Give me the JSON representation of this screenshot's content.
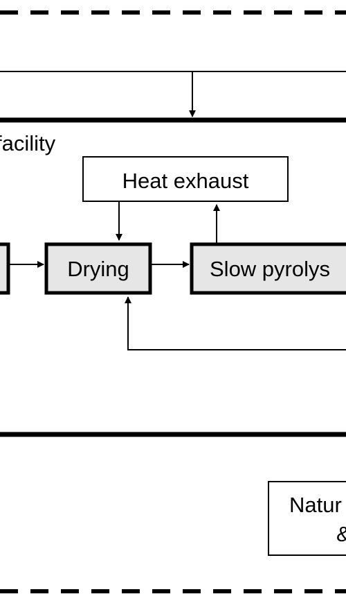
{
  "diagram": {
    "section_label": "facility",
    "nodes": {
      "heat_exhaust": "Heat exhaust",
      "drying": "Drying",
      "slow_pyrolysis": "Slow pyrolys",
      "natural_line1": "Natur",
      "natural_line2": "&"
    }
  },
  "colors": {
    "process_box_fill": "#e6e6e6",
    "line": "#000000",
    "background": "#ffffff"
  }
}
